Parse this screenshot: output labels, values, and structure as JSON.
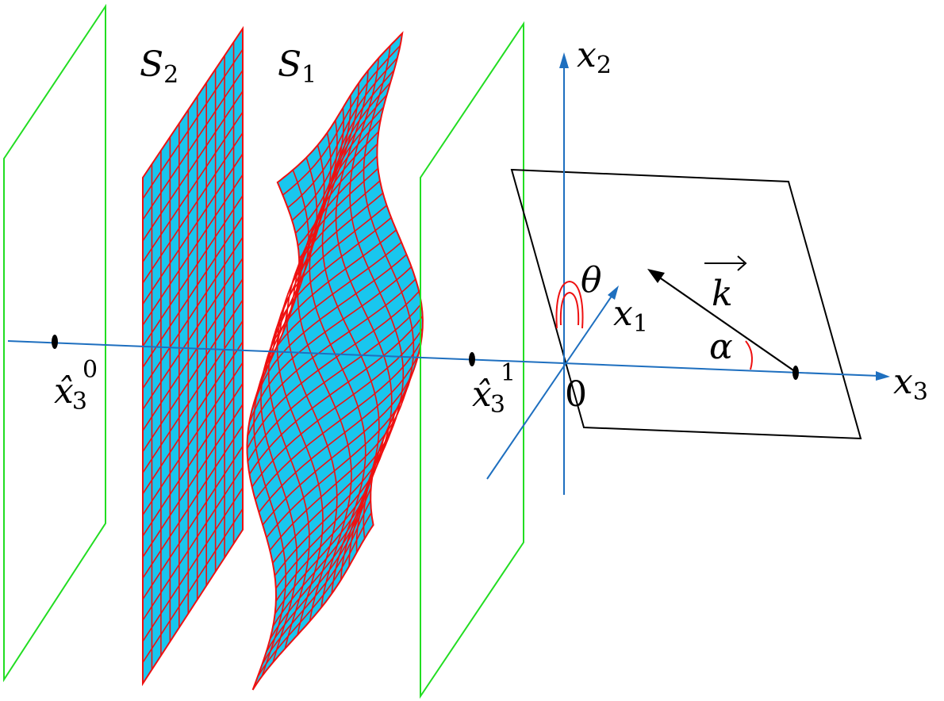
{
  "labels": {
    "s2": "S",
    "s2_sub": "2",
    "s1": "S",
    "s1_sub": "1",
    "x2": "x",
    "x2_sub": "2",
    "x1": "x",
    "x1_sub": "1",
    "x3": "x",
    "x3_sub": "3",
    "theta": "θ",
    "alpha": "α",
    "k": "k",
    "origin": "0",
    "xhat0_base": "x̂",
    "xhat0_sub": "3",
    "xhat0_sup": "0",
    "xhat1_base": "x̂",
    "xhat1_sub": "3",
    "xhat1_sup": "1"
  },
  "colors": {
    "frame_plane": "#22dd22",
    "surface_fill": "#19c6ee",
    "mesh": "#ee1111",
    "axis": "#1e6fbf",
    "black": "#000000",
    "angle_arc": "#ee1111"
  }
}
